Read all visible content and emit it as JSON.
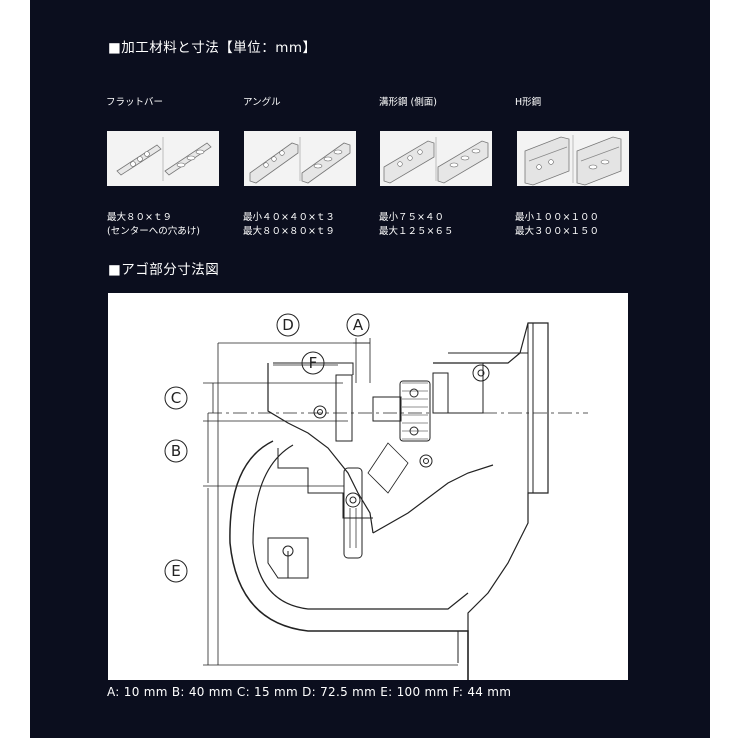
{
  "section1": {
    "title": "■加工材料と寸法【単位：mm】"
  },
  "materials": [
    {
      "label": "フラットバー",
      "specs": [
        "最大８０×ｔ９",
        "(センターへの穴あけ)"
      ],
      "icon": "flat-bar-icon"
    },
    {
      "label": "アングル",
      "specs": [
        "最小４０×４０×ｔ３",
        "最大８０×８０×ｔ９"
      ],
      "icon": "angle-icon"
    },
    {
      "label": "溝形鋼 (側面)",
      "specs": [
        "最小７５×４０",
        "最大１２５×６５"
      ],
      "icon": "channel-icon"
    },
    {
      "label": "H形鋼",
      "specs": [
        "最小１００×１００",
        "最大３００×１５０"
      ],
      "icon": "h-beam-icon"
    }
  ],
  "section2": {
    "title": "■アゴ部分寸法図"
  },
  "diagram": {
    "labels": {
      "D": "D",
      "A": "A",
      "F": "F",
      "C": "C",
      "B": "B",
      "E": "E"
    }
  },
  "caption": "A: 10 mm   B: 40 mm   C: 15 mm   D: 72.5 mm   E: 100 mm   F: 44 mm",
  "colors": {
    "background": "#0b0e1e",
    "text": "#ffffff",
    "drawing": "#222222"
  }
}
